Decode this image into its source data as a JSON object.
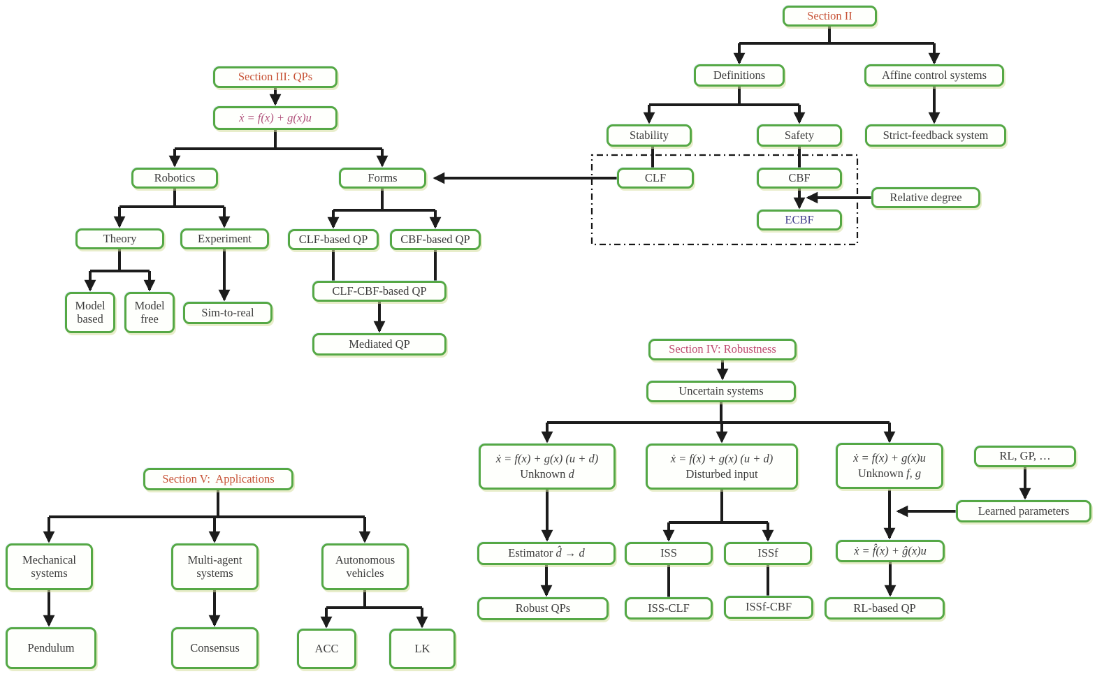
{
  "figure": {
    "type": "flowchart",
    "background": "#ffffff"
  },
  "palette": {
    "box_border_green": "#55a845",
    "box_fill": "#fefffc",
    "arrow_black": "#1c1c1c",
    "section_header_orange": "#c75236",
    "section4_header_crimson": "#bf4a70",
    "equation_pink": "#b0507a",
    "ecbf_indigo": "#44408e",
    "body_text": "#3c3c3c"
  },
  "nodes": {
    "sec2": {
      "label": "Section II"
    },
    "definitions": {
      "label": "Definitions"
    },
    "affine": {
      "label": "Affine control systems"
    },
    "stability": {
      "label": "Stability"
    },
    "safety": {
      "label": "Safety"
    },
    "strict": {
      "label": "Strict-feedback system"
    },
    "clf": {
      "label": "CLF"
    },
    "cbf": {
      "label": "CBF"
    },
    "relative": {
      "label": "Relative degree"
    },
    "ecbf": {
      "label": "ECBF"
    },
    "sec3": {
      "label": "Section III: QPs"
    },
    "eq1": {
      "label": "ẋ = f(x) + g(x)u"
    },
    "robotics": {
      "label": "Robotics"
    },
    "forms": {
      "label": "Forms"
    },
    "theory": {
      "label": "Theory"
    },
    "experiment": {
      "label": "Experiment"
    },
    "clfqp": {
      "label": "CLF-based QP"
    },
    "cbfqp": {
      "label": "CBF-based QP"
    },
    "modelbased": {
      "label": "Model based"
    },
    "modelfree": {
      "label": "Model free"
    },
    "simtoreal": {
      "label": "Sim-to-real"
    },
    "clfcbfqp": {
      "label": "CLF-CBF-based QP"
    },
    "mediated": {
      "label": "Mediated QP"
    },
    "sec4": {
      "label": "Section IV: Robustness"
    },
    "uncertain": {
      "label": "Uncertain systems"
    },
    "box1": {
      "eq": "ẋ = f(x) + g(x) (u + d)",
      "caption": "Unknown ",
      "caption_math": "d"
    },
    "box2": {
      "eq": "ẋ = f(x) + g(x) (u + d)",
      "caption": "Disturbed input"
    },
    "box3": {
      "eq": "ẋ = f(x) + g(x)u",
      "caption": "Unknown ",
      "caption_math": "f, g"
    },
    "rlgp": {
      "label": "RL, GP, …"
    },
    "learned": {
      "label": "Learned parameters"
    },
    "estimator": {
      "prefix": "Estimator ",
      "math": "d̂ → d"
    },
    "iss": {
      "label": "ISS"
    },
    "issf": {
      "label": "ISSf"
    },
    "eqhat": {
      "label": "ẋ = f̂(x) + ĝ(x)u"
    },
    "robustqps": {
      "label": "Robust QPs"
    },
    "issclf": {
      "label": "ISS-CLF"
    },
    "issfcbf": {
      "label": "ISSf-CBF"
    },
    "rlqp": {
      "label": "RL-based QP"
    },
    "sec5": {
      "label": "Section V:  Applications"
    },
    "mechanical": {
      "label": "Mechanical systems"
    },
    "multiagent": {
      "label": "Multi-agent systems"
    },
    "autonomous": {
      "label": "Autonomous vehicles"
    },
    "pendulum": {
      "label": "Pendulum"
    },
    "consensus": {
      "label": "Consensus"
    },
    "acc": {
      "label": "ACC"
    },
    "lk": {
      "label": "LK"
    }
  },
  "groups": [
    {
      "name": "dash-dot-outline",
      "members": [
        "clf",
        "cbf",
        "ecbf"
      ]
    }
  ],
  "edges": [
    {
      "from": "sec2",
      "to": "definitions"
    },
    {
      "from": "sec2",
      "to": "affine"
    },
    {
      "from": "definitions",
      "to": "stability"
    },
    {
      "from": "definitions",
      "to": "safety"
    },
    {
      "from": "affine",
      "to": "strict"
    },
    {
      "from": "stability",
      "to": "clf"
    },
    {
      "from": "safety",
      "to": "cbf"
    },
    {
      "from": "cbf",
      "to": "ecbf"
    },
    {
      "from": "relative",
      "to": "ecbf"
    },
    {
      "from": "clf",
      "to": "forms"
    },
    {
      "from": "sec3",
      "to": "eq1"
    },
    {
      "from": "eq1",
      "to": "robotics"
    },
    {
      "from": "eq1",
      "to": "forms"
    },
    {
      "from": "robotics",
      "to": "theory"
    },
    {
      "from": "robotics",
      "to": "experiment"
    },
    {
      "from": "theory",
      "to": "modelbased"
    },
    {
      "from": "theory",
      "to": "modelfree"
    },
    {
      "from": "experiment",
      "to": "simtoreal"
    },
    {
      "from": "forms",
      "to": "clfqp"
    },
    {
      "from": "forms",
      "to": "cbfqp"
    },
    {
      "from": "clfqp",
      "to": "clfcbfqp"
    },
    {
      "from": "cbfqp",
      "to": "clfcbfqp"
    },
    {
      "from": "clfcbfqp",
      "to": "mediated"
    },
    {
      "from": "sec4",
      "to": "uncertain"
    },
    {
      "from": "uncertain",
      "to": "box1"
    },
    {
      "from": "uncertain",
      "to": "box2"
    },
    {
      "from": "uncertain",
      "to": "box3"
    },
    {
      "from": "box1",
      "to": "estimator"
    },
    {
      "from": "estimator",
      "to": "robustqps"
    },
    {
      "from": "box2",
      "to": "iss"
    },
    {
      "from": "box2",
      "to": "issf"
    },
    {
      "from": "iss",
      "to": "issclf"
    },
    {
      "from": "issf",
      "to": "issfcbf"
    },
    {
      "from": "box3",
      "to": "eqhat"
    },
    {
      "from": "learned",
      "to": "eqhat"
    },
    {
      "from": "rlgp",
      "to": "learned"
    },
    {
      "from": "eqhat",
      "to": "rlqp"
    },
    {
      "from": "sec5",
      "to": "mechanical"
    },
    {
      "from": "sec5",
      "to": "multiagent"
    },
    {
      "from": "sec5",
      "to": "autonomous"
    },
    {
      "from": "mechanical",
      "to": "pendulum"
    },
    {
      "from": "multiagent",
      "to": "consensus"
    },
    {
      "from": "autonomous",
      "to": "acc"
    },
    {
      "from": "autonomous",
      "to": "lk"
    }
  ]
}
